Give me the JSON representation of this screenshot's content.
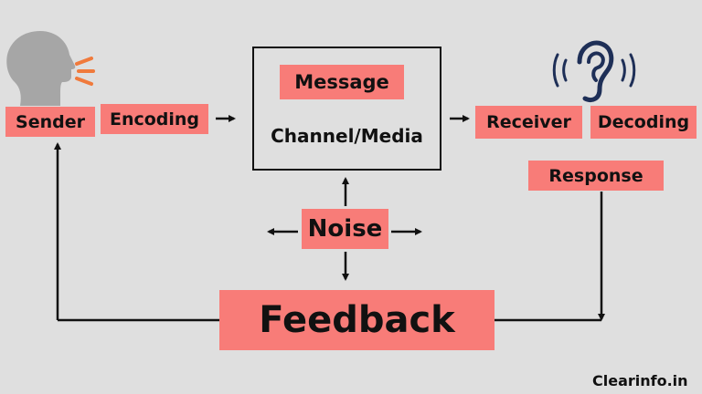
{
  "diagram": {
    "sender": "Sender",
    "encoding": "Encoding",
    "message": "Message",
    "channel": "Channel/Media",
    "receiver": "Receiver",
    "decoding": "Decoding",
    "response": "Response",
    "noise": "Noise",
    "feedback": "Feedback"
  },
  "watermark": "Clearinfo.in",
  "colors": {
    "background": "#dfdfdf",
    "label_fill": "#f87c78",
    "line": "#111111",
    "speech_accent": "#f07a3c",
    "ear": "#1e2f57"
  },
  "icons": {
    "sender": "speaking-head-icon",
    "receiver": "ear-icon"
  }
}
